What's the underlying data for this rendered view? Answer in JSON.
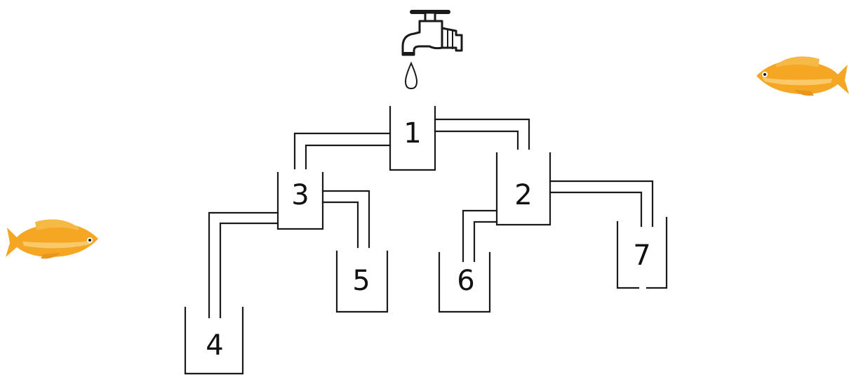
{
  "colors": {
    "line": "#1a1a1a",
    "fish_body": "#f5a623",
    "fish_fin": "#f7b945",
    "fish_stripe": "#f9c96a",
    "water_drop": "#ffffff"
  },
  "containers": [
    {
      "id": "1",
      "label": "1"
    },
    {
      "id": "2",
      "label": "2"
    },
    {
      "id": "3",
      "label": "3"
    },
    {
      "id": "4",
      "label": "4"
    },
    {
      "id": "5",
      "label": "5"
    },
    {
      "id": "6",
      "label": "6"
    },
    {
      "id": "7",
      "label": "7"
    }
  ],
  "icons": [
    "faucet-icon",
    "water-drop-icon",
    "fish-icon"
  ]
}
